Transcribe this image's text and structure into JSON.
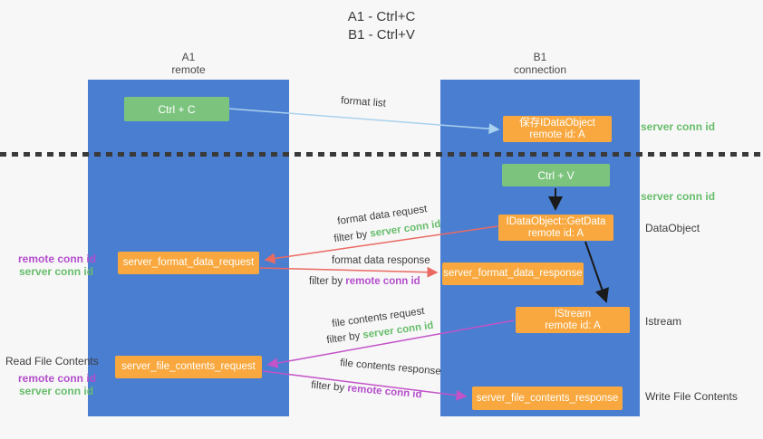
{
  "title": {
    "line1": "A1 - Ctrl+C",
    "line2": "B1 - Ctrl+V"
  },
  "columns": {
    "a": {
      "id": "A1",
      "name": "remote"
    },
    "b": {
      "id": "B1",
      "name": "connection"
    }
  },
  "nodes": {
    "ctrl_c": "Ctrl + C",
    "ctrl_v": "Ctrl + V",
    "save_idataobject": {
      "line1": "保存IDataObject",
      "line2": "remote id: A"
    },
    "getdata": {
      "line1": "IDataObject::GetData",
      "line2": "remote id: A"
    },
    "istream": {
      "line1": "IStream",
      "line2": "remote id: A"
    },
    "server_format_data_request": "server_format_data_request",
    "server_format_data_response": "server_format_data_response",
    "server_file_contents_request": "server_file_contents_request",
    "server_file_contents_response": "server_file_contents_response"
  },
  "edge_labels": {
    "format_list": "format list",
    "format_data_request": "format data request",
    "format_data_response": "format data response",
    "file_contents_request": "file contents request",
    "file_contents_response": "file contents response",
    "filter_by": "filter by ",
    "server_conn_id": "server conn id",
    "remote_conn_id": "remote conn id"
  },
  "side_labels": {
    "right": {
      "server_conn_id_top": "server conn id",
      "server_conn_id_mid": "server conn id",
      "dataobject": "DataObject",
      "istream": "Istream",
      "write_file_contents": "Write File Contents"
    },
    "left": {
      "remote_conn_id_top": "remote conn id",
      "server_conn_id_top": "server conn id",
      "read_file_contents": "Read File Contents",
      "remote_conn_id_bottom": "remote conn id",
      "server_conn_id_bottom": "server conn id"
    }
  },
  "colors": {
    "column_blue": "#4a7ed1",
    "box_green": "#7cc47e",
    "box_orange": "#f8a83e",
    "arrow_red": "#ea6a62",
    "arrow_magenta": "#c353c8",
    "arrow_light_blue": "#a9d2ef",
    "arrow_black": "#1a1a1a",
    "text_green": "#67bd6b",
    "text_purple": "#b44ecc"
  }
}
